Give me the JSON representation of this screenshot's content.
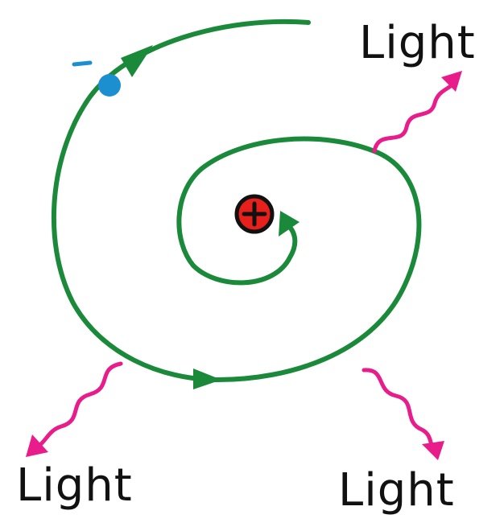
{
  "labels": {
    "light_top_right": "Light",
    "light_bottom_left": "Light",
    "light_bottom_right": "Light"
  },
  "nucleus": {
    "symbol": "+",
    "fill": "#e8201c",
    "stroke": "#111111"
  },
  "electron": {
    "symbol": "−",
    "fill": "#1c8fd0"
  },
  "colors": {
    "orbit": "#1a8a3a",
    "light_wave": "#e81c8a",
    "text": "#111111",
    "background": "#ffffff"
  }
}
